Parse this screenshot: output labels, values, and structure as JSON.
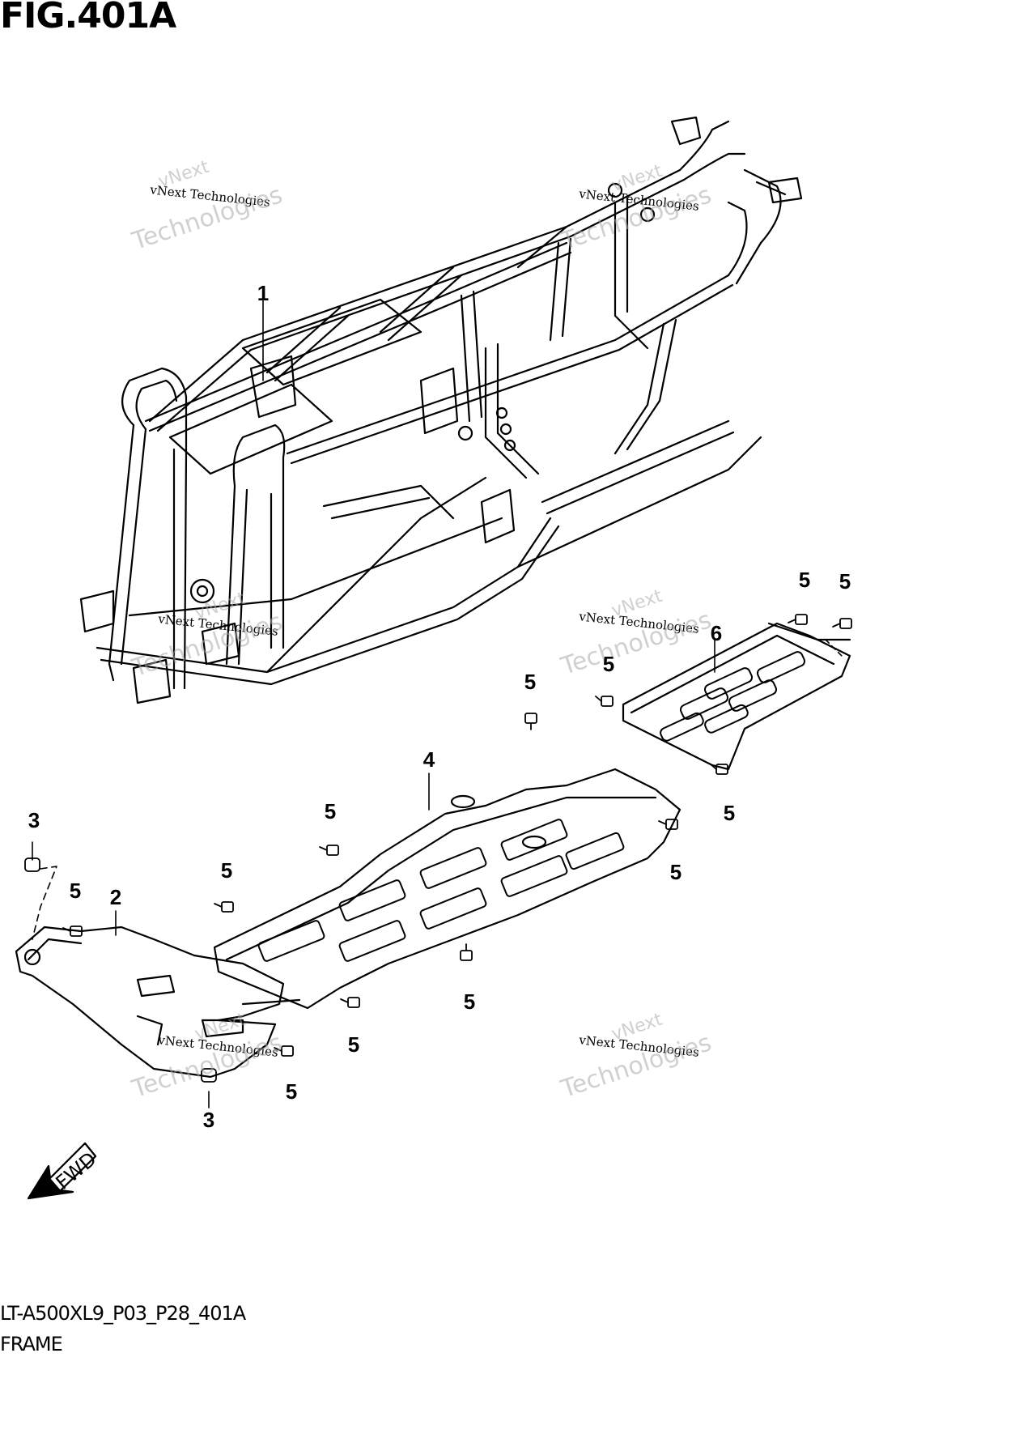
{
  "figure": {
    "title": "FIG.401A",
    "code": "LT-A500XL9_P03_P28_401A",
    "name": "FRAME",
    "fwd": "FWD"
  },
  "callouts": [
    "1",
    "2",
    "3",
    "3",
    "4",
    "5",
    "5",
    "5",
    "5",
    "5",
    "5",
    "5",
    "5",
    "5",
    "5",
    "5",
    "6"
  ],
  "watermarks": {
    "line_text": "vNext Technologies",
    "small_text": "vNext",
    "big_text": "Technologies"
  },
  "colors": {
    "ink": "#000000",
    "watermark": "#aaaaaa"
  }
}
